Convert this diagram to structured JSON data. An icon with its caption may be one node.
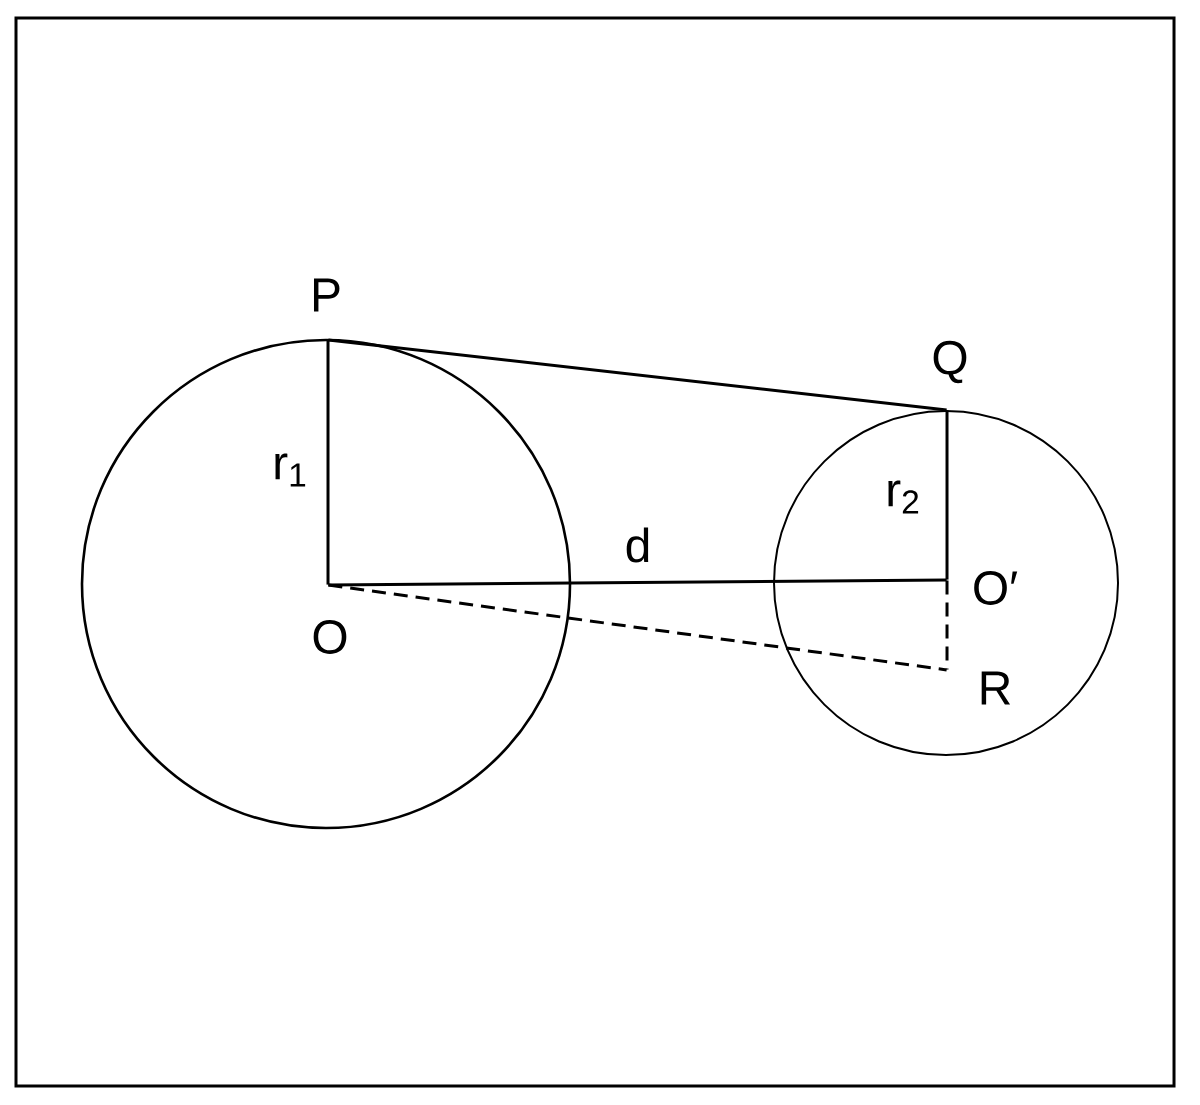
{
  "diagram": {
    "nodes": [
      {
        "text": [
          "P"
        ]
      },
      {
        "text": [
          "Q"
        ]
      },
      {
        "text": [
          "O′"
        ]
      },
      {
        "text": [
          "O"
        ]
      },
      {
        "text": [
          "R"
        ]
      }
    ],
    "edges": [
      {
        "from": 0,
        "to": 1,
        "arrow": "none"
      },
      {
        "from": 0,
        "to": 3,
        "arrow": "none",
        "label": "r$_{1}$"
      },
      {
        "from": 1,
        "to": 2,
        "arrow": "none",
        "label": "r$_{2}$"
      },
      {
        "from": 3,
        "to": 2,
        "arrow": "none",
        "label": "d"
      },
      {
        "from": 3,
        "to": 4,
        "arrow": "none",
        "style": "dashed"
      },
      {
        "from": 2,
        "to": 4,
        "arrow": "none",
        "style": "dashed"
      }
    ]
  }
}
